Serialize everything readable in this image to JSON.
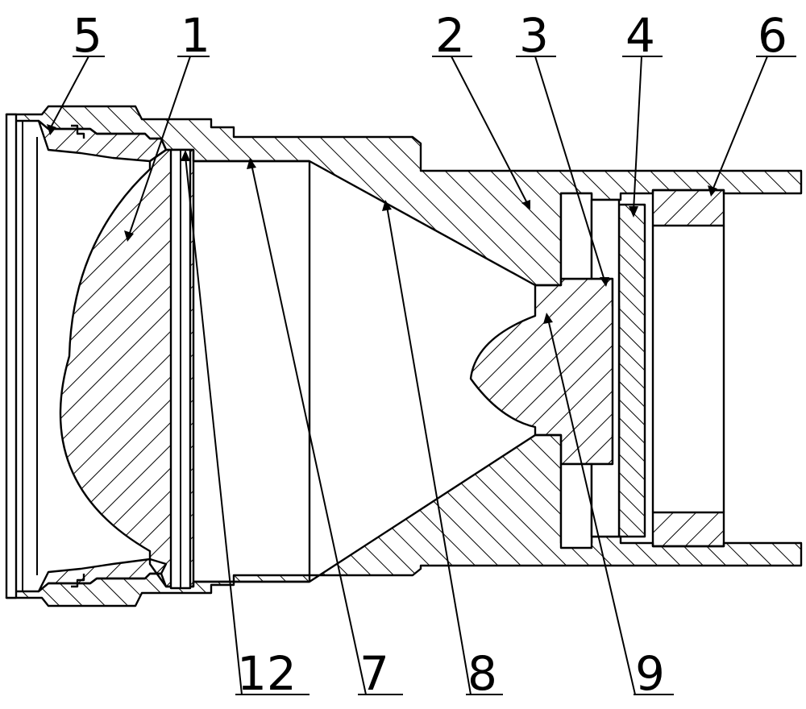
{
  "figure": {
    "callouts": [
      {
        "id": "c5",
        "text": "5"
      },
      {
        "id": "c1",
        "text": "1"
      },
      {
        "id": "c2",
        "text": "2"
      },
      {
        "id": "c3",
        "text": "3"
      },
      {
        "id": "c4",
        "text": "4"
      },
      {
        "id": "c6",
        "text": "6"
      },
      {
        "id": "c12",
        "text": "12"
      },
      {
        "id": "c7",
        "text": "7"
      },
      {
        "id": "c8",
        "text": "8"
      },
      {
        "id": "c9",
        "text": "9"
      }
    ]
  },
  "colors": {
    "line": "#000000",
    "background": "#ffffff"
  }
}
